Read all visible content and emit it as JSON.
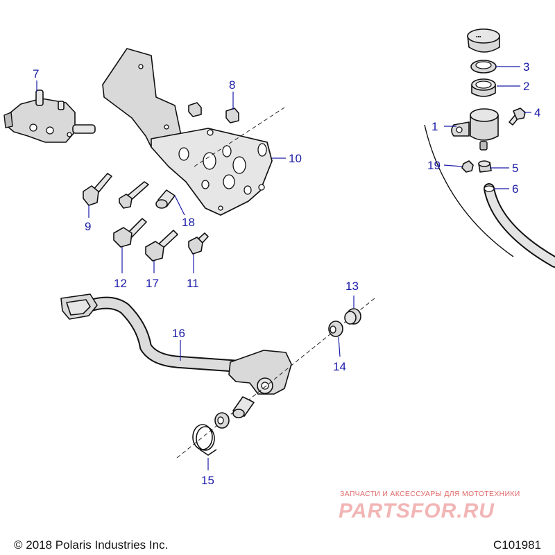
{
  "callouts": [
    "1",
    "2",
    "3",
    "4",
    "5",
    "6",
    "7",
    "8",
    "9",
    "10",
    "11",
    "12",
    "13",
    "14",
    "15",
    "16",
    "17",
    "18",
    "19"
  ],
  "footer": {
    "copyright": "© 2018 Polaris Industries Inc.",
    "drawing_id": "C101981"
  },
  "watermark": {
    "tagline": "ЗАПЧАСТИ И АКСЕССУАРЫ ДЛЯ МОТОТЕХНИКИ",
    "logo": "PARTSFOR.RU"
  },
  "colors": {
    "callout": "#1a1aa8",
    "part_fill": "#d9d9d9",
    "watermark": "#e06a6a"
  }
}
